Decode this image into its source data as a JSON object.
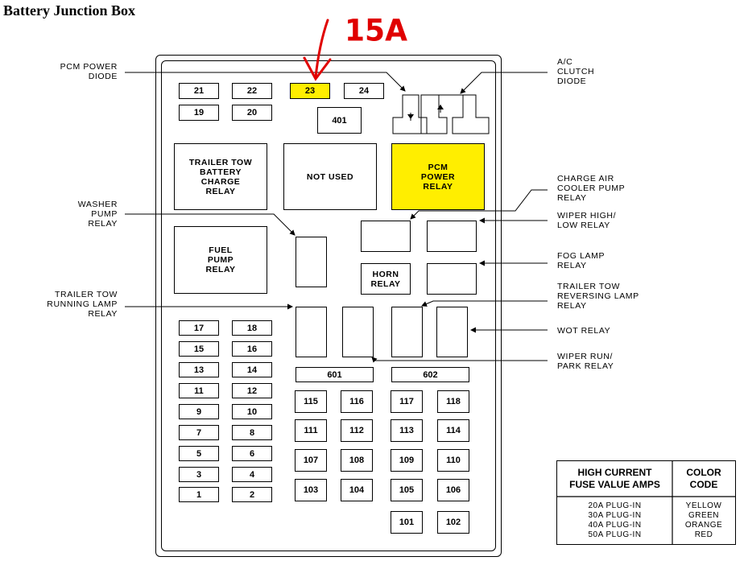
{
  "title": "Battery Junction Box",
  "annotation": "15A",
  "colors": {
    "highlight": "#ffee00",
    "annotation_red": "#e00000"
  },
  "fuses": {
    "f21": "21",
    "f22": "22",
    "f23": "23",
    "f24": "24",
    "f19": "19",
    "f20": "20",
    "f401": "401",
    "f17": "17",
    "f18": "18",
    "f15": "15",
    "f16": "16",
    "f13": "13",
    "f14": "14",
    "f11": "11",
    "f12": "12",
    "f9": "9",
    "f10": "10",
    "f7": "7",
    "f8": "8",
    "f5": "5",
    "f6": "6",
    "f3": "3",
    "f4": "4",
    "f1": "1",
    "f2": "2",
    "f601": "601",
    "f602": "602",
    "f115": "115",
    "f116": "116",
    "f117": "117",
    "f118": "118",
    "f111": "111",
    "f112": "112",
    "f113": "113",
    "f114": "114",
    "f107": "107",
    "f108": "108",
    "f109": "109",
    "f110": "110",
    "f103": "103",
    "f104": "104",
    "f105": "105",
    "f106": "106",
    "f101": "101",
    "f102": "102"
  },
  "relays": {
    "trailer_tow_battery_charge": "TRAILER TOW\nBATTERY\nCHARGE\nRELAY",
    "not_used": "NOT USED",
    "pcm_power": "PCM\nPOWER\nRELAY",
    "fuel_pump": "FUEL\nPUMP\nRELAY",
    "horn": "HORN\nRELAY"
  },
  "labels": {
    "pcm_power_diode": "PCM POWER\nDIODE",
    "ac_clutch_diode": "A/C\nCLUTCH\nDIODE",
    "charge_air_cooler": "CHARGE AIR\nCOOLER PUMP\nRELAY",
    "wiper_high_low": "WIPER HIGH/\nLOW RELAY",
    "washer_pump": "WASHER\nPUMP\nRELAY",
    "fog_lamp": "FOG LAMP\nRELAY",
    "trailer_tow_reversing": "TRAILER TOW\nREVERSING LAMP\nRELAY",
    "trailer_tow_running": "TRAILER TOW\nRUNNING LAMP\nRELAY",
    "wot": "WOT RELAY",
    "wiper_run_park": "WIPER RUN/\nPARK RELAY"
  },
  "table": {
    "header_left": "HIGH CURRENT\nFUSE VALUE AMPS",
    "header_right": "COLOR\nCODE",
    "values": "20A PLUG-IN\n30A PLUG-IN\n40A PLUG-IN\n50A PLUG-IN",
    "colors": "YELLOW\nGREEN\nORANGE\nRED"
  }
}
